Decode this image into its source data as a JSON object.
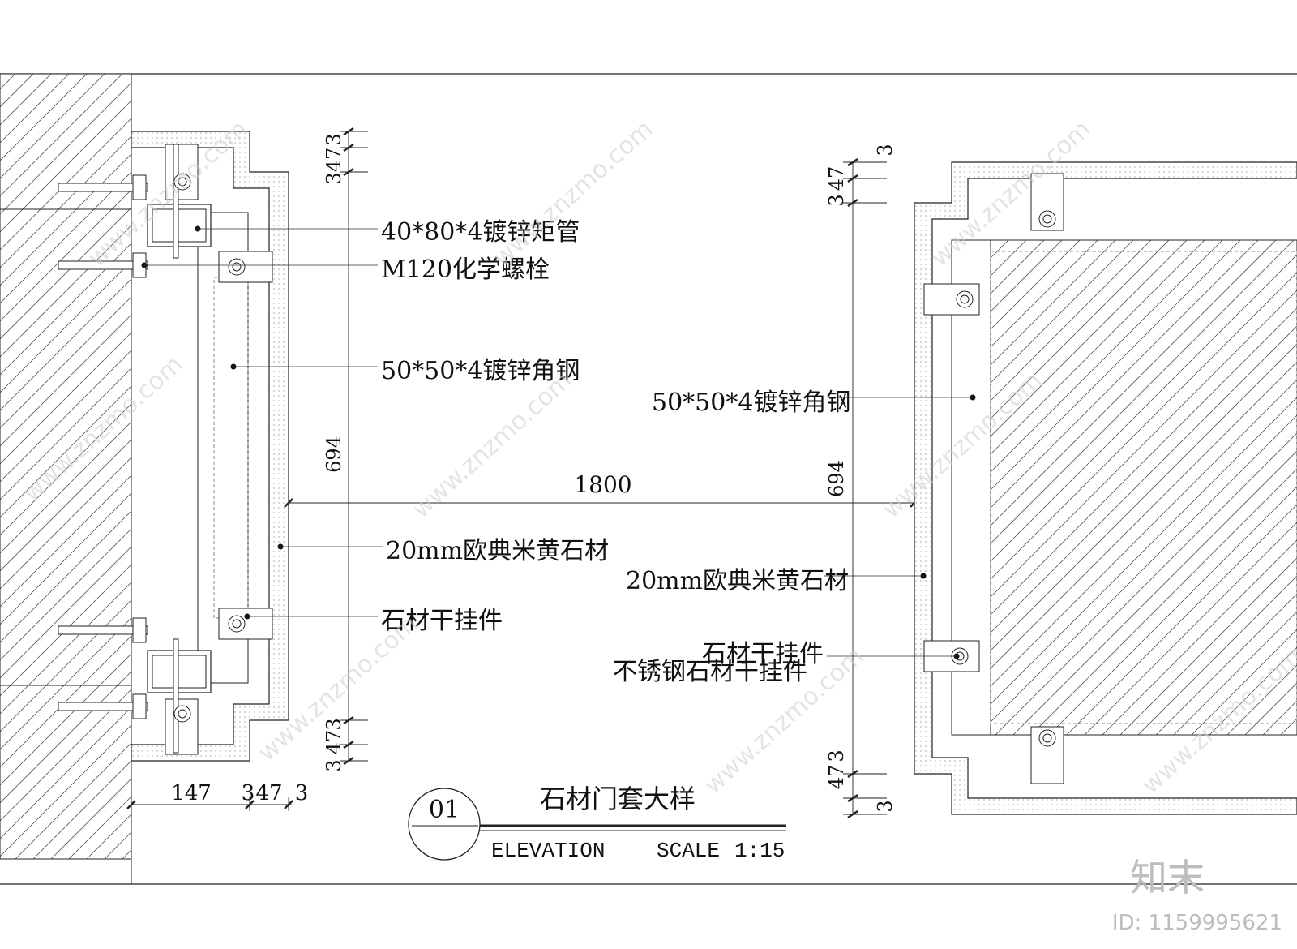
{
  "drawing": {
    "title": "石材门套大样",
    "number": "01",
    "view": "ELEVATION",
    "scale_label": "SCALE",
    "scale_value": "1:15"
  },
  "left_detail": {
    "labels": {
      "tube": "40*80*4镀锌矩管",
      "bolt": "M120化学螺栓",
      "angle": "50*50*4镀锌角钢",
      "stone": "20mm欧典米黄石材",
      "hanger": "石材干挂件"
    },
    "dims_vertical": [
      "3",
      "47",
      "3",
      "694",
      "3",
      "47",
      "3"
    ],
    "dims_bottom": [
      "147",
      "3",
      "47",
      "3"
    ]
  },
  "right_detail": {
    "labels": {
      "angle": "50*50*4镀锌角钢",
      "stone": "20mm欧典米黄石材",
      "hanger": "石材干挂件",
      "ss_hanger": "不锈钢石材干挂件"
    },
    "dims_vertical": [
      "3",
      "47",
      "3",
      "694",
      "3",
      "47",
      "3"
    ]
  },
  "overall_dim": "1800",
  "watermark": {
    "text": "www.znzmo.com",
    "brand": "知末",
    "id": "ID: 1159995621"
  }
}
